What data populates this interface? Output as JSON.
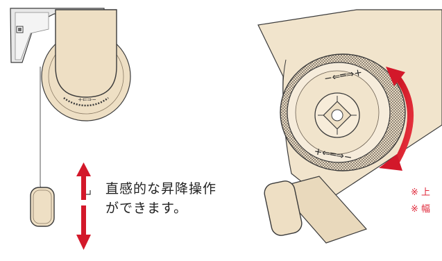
{
  "caption": {
    "line1": "直感的な昇降操作",
    "line2": "ができます。"
  },
  "notes": [
    "※ 上",
    "※ 幅"
  ],
  "colors": {
    "beige": "#eedfc4",
    "beige_light": "#f7ecd9",
    "outline": "#3a3a3a",
    "arrow_red": "#d3182a",
    "note_red": "#e0283a",
    "bracket_grey": "#e8e8e8"
  },
  "icons": {
    "up_arrow": "arrow-up-icon",
    "down_arrow": "arrow-down-icon",
    "rotate_arrow": "rotation-arrow-icon",
    "plus_minus_dial": "plus-minus-dial-icon"
  }
}
